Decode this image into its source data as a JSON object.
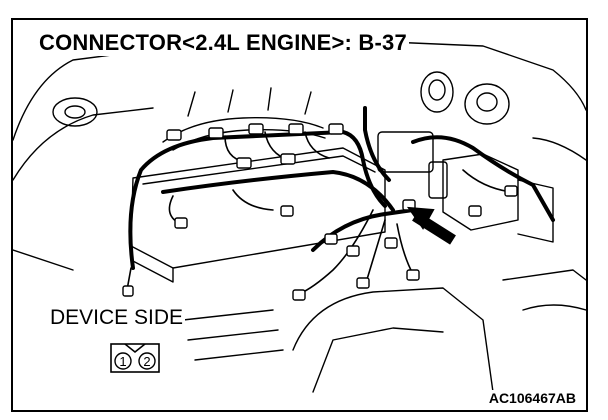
{
  "diagram": {
    "title": "CONNECTOR<2.4L ENGINE>: B-37",
    "device_label": "DEVICE SIDE",
    "reference_code": "AC106467AB",
    "connector_pins": [
      "1",
      "2"
    ]
  }
}
